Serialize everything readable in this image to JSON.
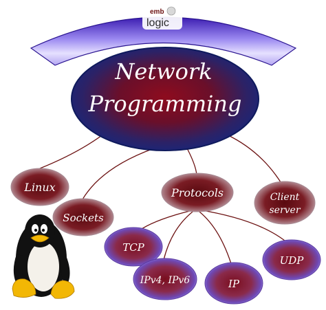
{
  "logo": {
    "small": "emb",
    "large": "logic"
  },
  "center": {
    "line1": "Network",
    "line2": "Programming"
  },
  "topics": {
    "linux": "Linux",
    "sockets": "Sockets",
    "protocols": "Protocols",
    "client_line1": "Client",
    "client_line2": "server"
  },
  "protocols": {
    "tcp": "TCP",
    "ipv": "IPv4, IPv6",
    "ip": "IP",
    "udp": "UDP"
  },
  "mascot_icon": "penguin-icon",
  "colors": {
    "center_fill": "#7a0a18",
    "center_edge": "#1a2a6a",
    "topic_fill": "#6a0e14",
    "topic_edge": "#b09098",
    "protocol_fill": "#ffffff",
    "protocol_edge": "#5a3aa0",
    "arc": "#6a3ad0",
    "line": "#6b1010"
  }
}
